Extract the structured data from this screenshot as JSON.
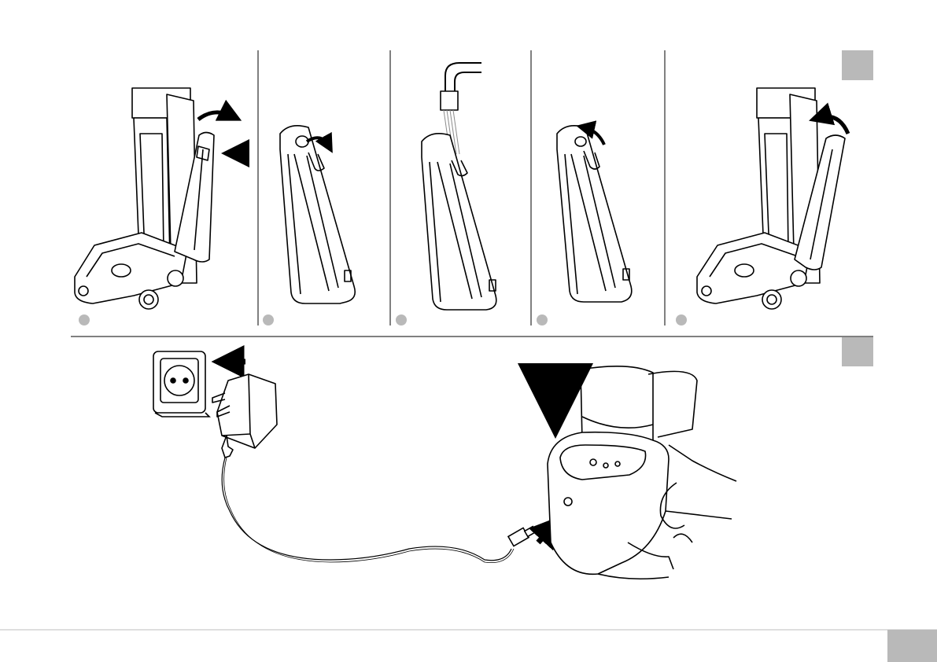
{
  "page": {
    "top_section": {
      "marker": "gray-square",
      "steps": [
        {
          "step": "remove-water-tank",
          "marker": "gray-dot"
        },
        {
          "step": "open-tank-cap",
          "marker": "gray-dot"
        },
        {
          "step": "fill-tank-from-tap",
          "marker": "gray-dot"
        },
        {
          "step": "close-tank-cap",
          "marker": "gray-dot"
        },
        {
          "step": "reinsert-water-tank",
          "marker": "gray-dot"
        }
      ]
    },
    "bottom_section": {
      "marker": "gray-square",
      "parts": [
        "wall-socket",
        "power-adapter",
        "charging-cable",
        "dc-plug",
        "charging-base"
      ]
    },
    "footer": {
      "page_number_box": "gray-tab"
    },
    "colors": {
      "line": "#000000",
      "marker_gray": "#b9b9b9",
      "rule_gray": "#bdbdbd",
      "water": "#8c8c8c"
    }
  }
}
